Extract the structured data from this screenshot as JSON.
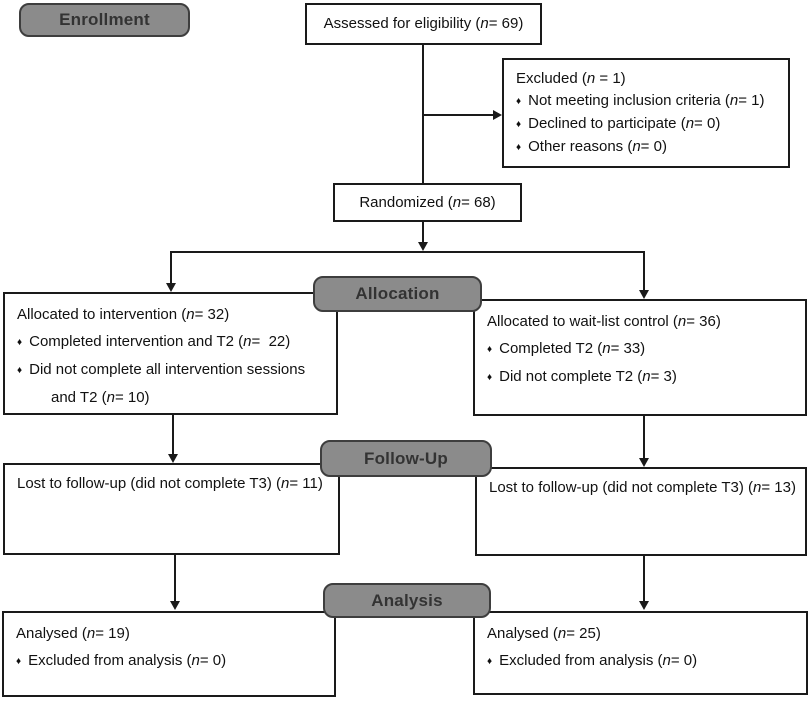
{
  "page": {
    "title": "CONSORT participant flow diagram"
  },
  "colors": {
    "stage_fill": "#8b8b8b",
    "stage_border": "#3e3e3e",
    "stage_text": "#333333",
    "box_border": "#1a1a1a",
    "line": "#1a1a1a",
    "text": "#111111",
    "bg": "#ffffff"
  },
  "glyphs": {
    "bullet": "♦"
  },
  "stages": {
    "enrollment": "Enrollment",
    "allocation": "Allocation",
    "followup": "Follow-Up",
    "analysis": "Analysis"
  },
  "boxes": {
    "assessed": {
      "text": "Assessed for eligibility (*n*= 69)"
    },
    "excluded": {
      "title": "Excluded (*n* = 1)",
      "bullets": [
        "Not meeting inclusion criteria (*n*= 1)",
        "Declined to participate (*n*= 0)",
        "Other reasons (*n*= 0)"
      ]
    },
    "randomized": {
      "text": "Randomized (*n*= 68)"
    },
    "alloc_left": {
      "title": "Allocated to intervention (*n*= 32)",
      "bullets": [
        "Completed intervention and T2 (*n*=  22)",
        "Did not complete all intervention sessions and T2 (*n*= 10)"
      ]
    },
    "alloc_right": {
      "title": "Allocated to wait-list control (*n*= 36)",
      "bullets": [
        "Completed T2 (*n*= 33)",
        "Did not complete T2 (*n*= 3)"
      ]
    },
    "fu_left": {
      "text": "Lost to follow-up (did not complete T3) (*n*= 11)"
    },
    "fu_right": {
      "text": "Lost to follow-up (did not complete T3) (*n*= 13)"
    },
    "an_left": {
      "title": "Analysed (*n*= 19)",
      "bullets": [
        "Excluded from analysis (*n*= 0)"
      ]
    },
    "an_right": {
      "title": "Analysed (*n*= 25)",
      "bullets": [
        "Excluded from analysis (*n*= 0)"
      ]
    }
  }
}
